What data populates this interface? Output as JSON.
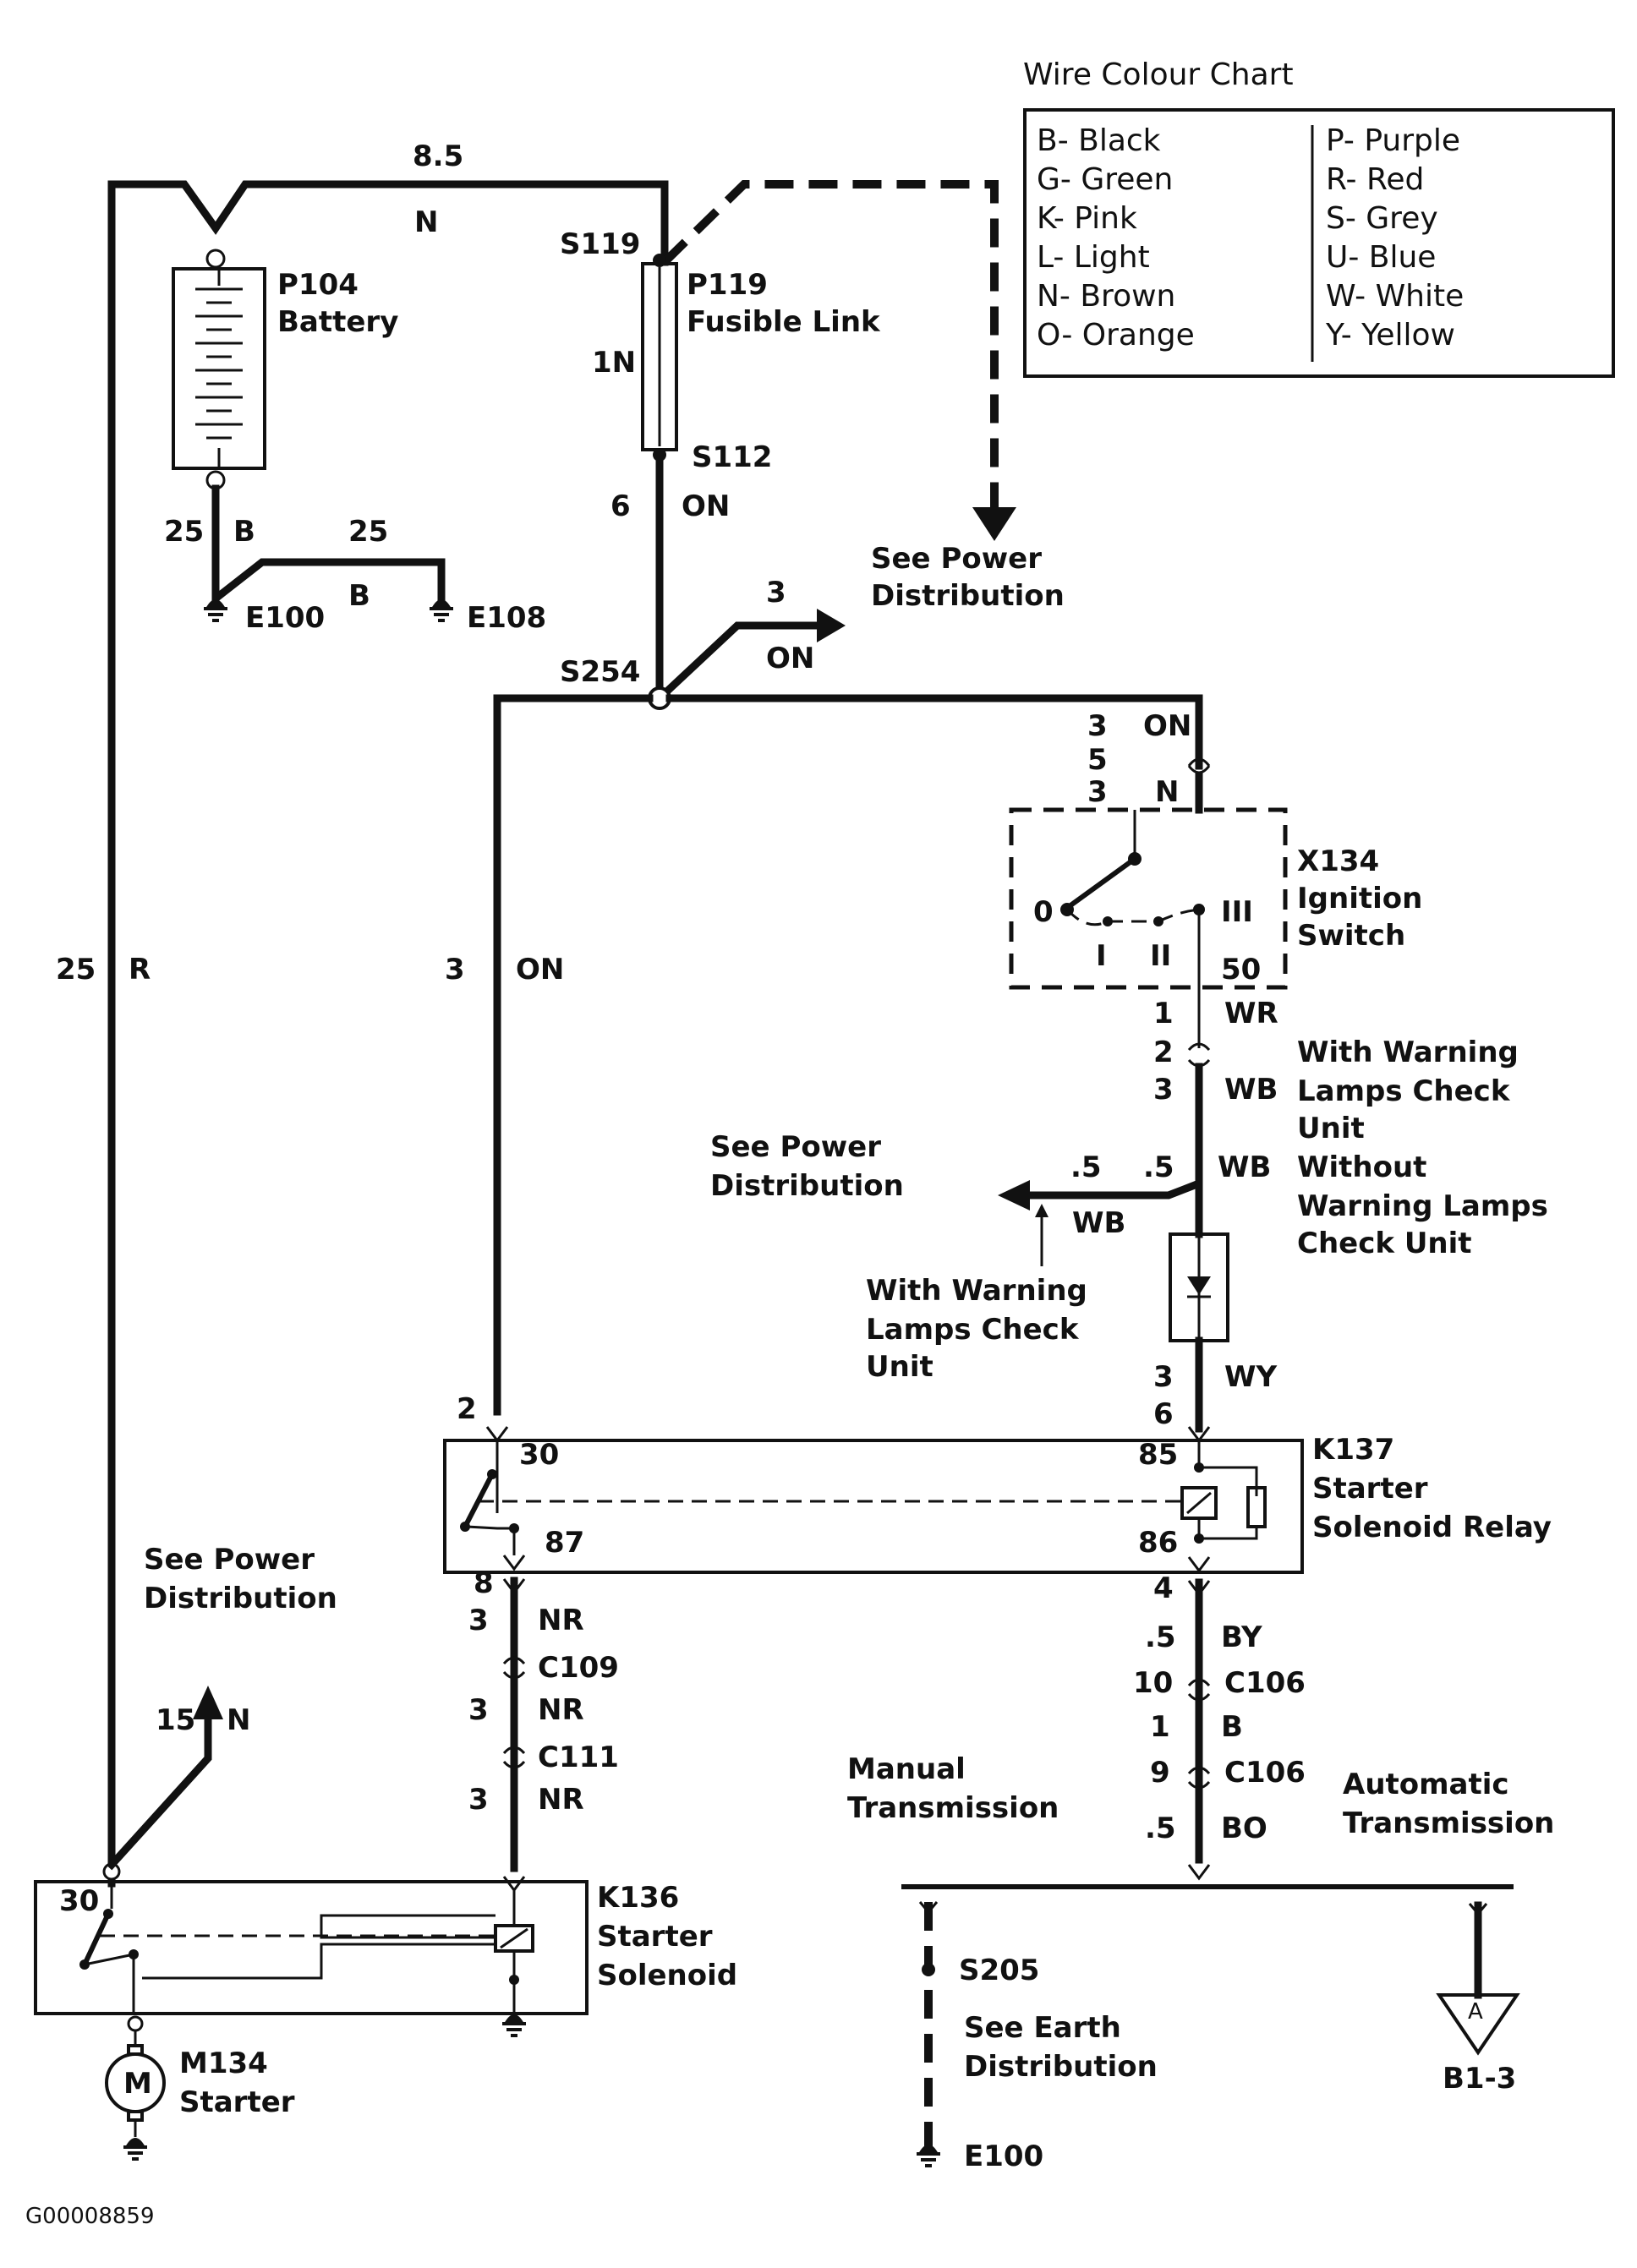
{
  "wire_colour_chart": {
    "title": "Wire Colour Chart",
    "left_entries": [
      "B- Black",
      "G- Green",
      "K- Pink",
      "L- Light",
      "N- Brown",
      "O- Orange"
    ],
    "right_entries": [
      "P- Purple",
      "R- Red",
      "S- Grey",
      "U- Blue",
      "W- White",
      "Y- Yellow"
    ]
  },
  "components": {
    "battery": {
      "id": "P104",
      "name": "Battery"
    },
    "fusible_link": {
      "id": "P119",
      "name": "Fusible Link"
    },
    "ignition_switch": {
      "id": "X134",
      "name_line1": "Ignition",
      "name_line2": "Switch",
      "pos_0": "0",
      "pos_1": "I",
      "pos_2": "II",
      "pos_3": "III",
      "pin_50": "50"
    },
    "starter_solenoid_relay": {
      "id": "K137",
      "name_line1": "Starter",
      "name_line2": "Solenoid Relay",
      "pin_30": "30",
      "pin_87": "87",
      "pin_85": "85",
      "pin_86": "86"
    },
    "starter_solenoid": {
      "id": "K136",
      "name_line1": "Starter",
      "name_line2": "Solenoid",
      "pin_30": "30"
    },
    "starter_motor": {
      "id": "M134",
      "name": "Starter",
      "symbol": "M"
    },
    "grounds": {
      "e100_top": "E100",
      "e108": "E108",
      "e100_bottom": "E100"
    },
    "ref_b13": {
      "symbol": "A",
      "label": "B1-3"
    }
  },
  "splices": {
    "s119": "S119",
    "s112": "S112",
    "s254": "S254",
    "s205": "S205"
  },
  "connectors": {
    "c109": "C109",
    "c111": "C111",
    "c106_a": "C106",
    "c106_b": "C106"
  },
  "wires": {
    "top_size": "8.5",
    "top_colour": "N",
    "link_size": "1N",
    "s112_size": "6",
    "s112_colour": "ON",
    "branch_size": "3",
    "branch_colour": "ON",
    "left_size": "25",
    "left_colour": "R",
    "batt_gnd_size": "25",
    "batt_gnd_colour": "B",
    "gnd_link_size": "25",
    "gnd_link_colour": "B",
    "main_size": "3",
    "main_colour": "ON",
    "relay_in_pin": "2",
    "ign_in_1": "3",
    "ign_in_1_colour": "ON",
    "ign_in_2": "5",
    "ign_in_3": "3",
    "ign_in_3_colour": "N",
    "ign_out_1": "1",
    "ign_out_1_colour": "WR",
    "ign_out_2": "2",
    "ign_out_3": "3",
    "ign_out_3_colour": "WB",
    "wb_left_size": ".5",
    "wb_right_size": ".5",
    "wb_colour_a": "WB",
    "wb_colour_b": "WB",
    "diode_out_size": "3",
    "diode_out_colour": "WY",
    "relay_85_pin": "6",
    "relay87_pin": "8",
    "nr1_size": "3",
    "nr1_colour": "NR",
    "nr2_size": "3",
    "nr2_colour": "NR",
    "nr3_size": "3",
    "nr3_colour": "NR",
    "relay86_pin": "4",
    "by_size": ".5",
    "by_colour": "BY",
    "c106a_pin": "10",
    "b_size": "1",
    "b_colour": "B",
    "c106b_pin": "9",
    "bo_size": ".5",
    "bo_colour": "BO",
    "pd15_size": "15",
    "pd15_colour": "N"
  },
  "notes": {
    "see_power_dist_1_line1": "See Power",
    "see_power_dist_1_line2": "Distribution",
    "see_power_dist_2_line1": "See Power",
    "see_power_dist_2_line2": "Distribution",
    "see_power_dist_3_line1": "See Power",
    "see_power_dist_3_line2": "Distribution",
    "with_wl_1_line1": "With Warning",
    "with_wl_1_line2": "Lamps Check",
    "with_wl_1_line3": "Unit",
    "without_wl_line1": "Without",
    "without_wl_line2": "Warning Lamps",
    "without_wl_line3": "Check Unit",
    "with_wl_2_line1": "With Warning",
    "with_wl_2_line2": "Lamps Check",
    "with_wl_2_line3": "Unit",
    "manual_line1": "Manual",
    "manual_line2": "Transmission",
    "auto_line1": "Automatic",
    "auto_line2": "Transmission",
    "earth_dist_line1": "See Earth",
    "earth_dist_line2": "Distribution"
  },
  "figure_code": "G00008859"
}
